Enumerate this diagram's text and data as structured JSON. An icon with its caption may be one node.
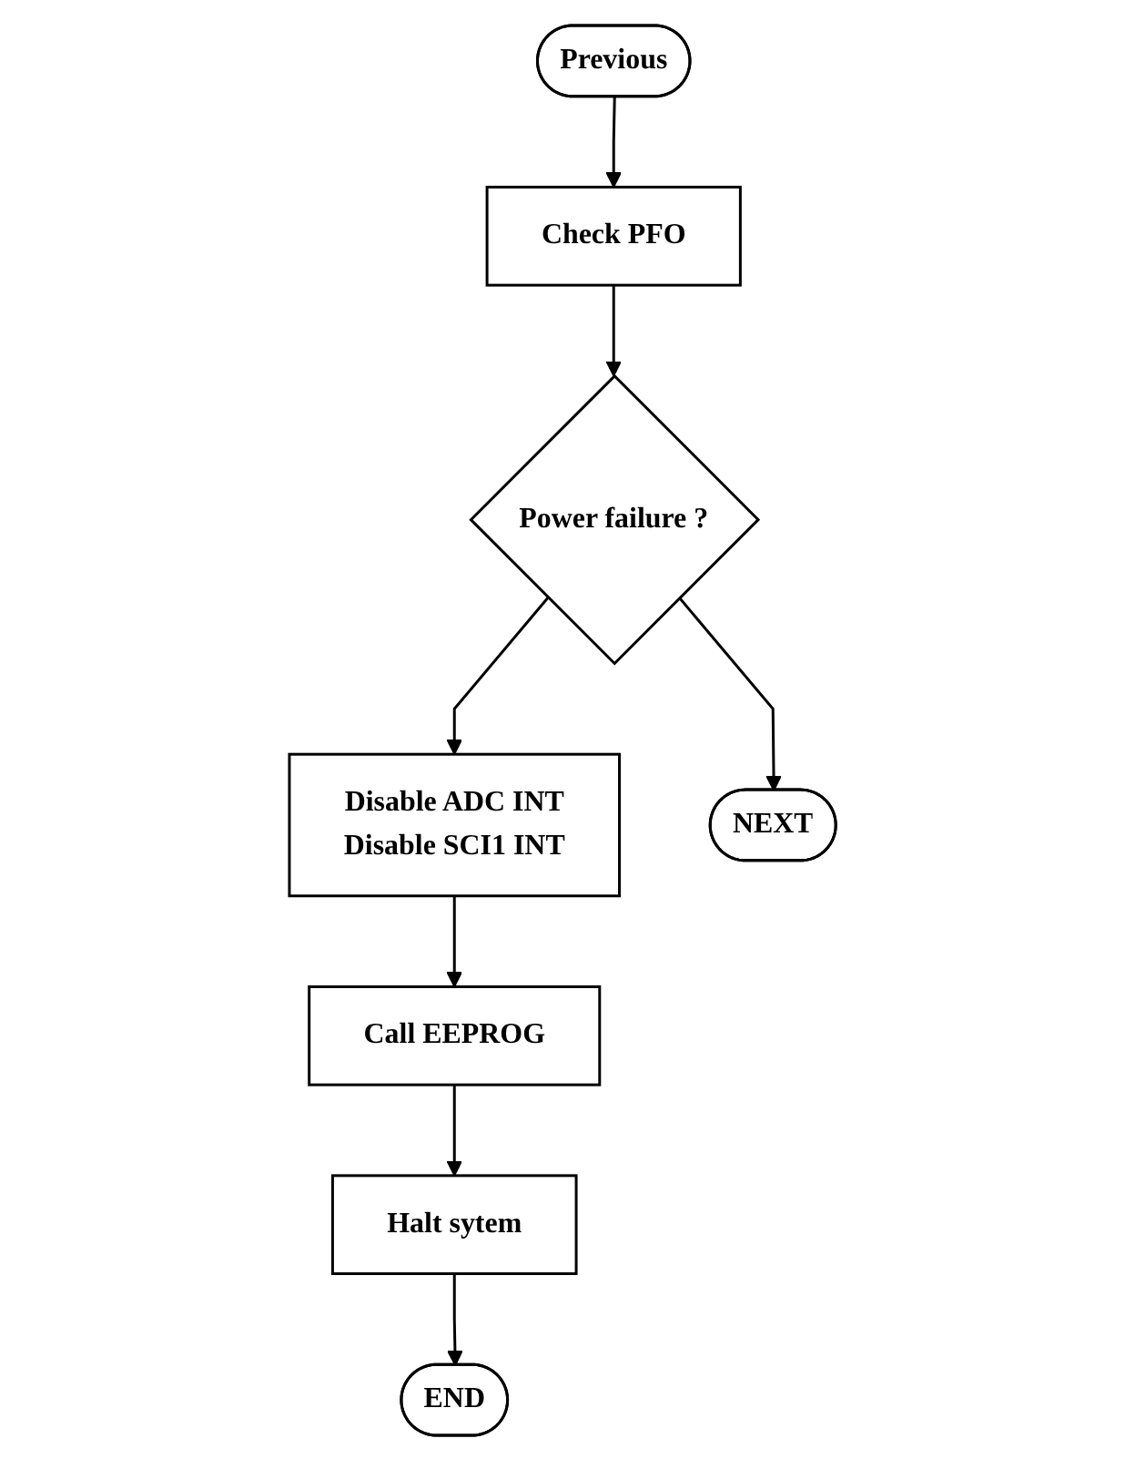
{
  "diagram": {
    "nodes": [
      {
        "text": [
          "Previous"
        ]
      },
      {
        "text": [
          "Check PFO"
        ]
      },
      {
        "text": [
          "Power failure ?"
        ]
      },
      {
        "text": [
          "Disable ADC INT",
          "Disable SCI1 INT"
        ]
      },
      {
        "text": [
          "Call EEPROG"
        ]
      },
      {
        "text": [
          "Halt sytem"
        ]
      },
      {
        "text": [
          "END"
        ]
      },
      {
        "text": [
          "NEXT"
        ]
      }
    ],
    "edges": [
      {
        "from": 0,
        "to": 1,
        "arrow": "to"
      },
      {
        "from": 1,
        "to": 2,
        "arrow": "to"
      },
      {
        "from": 2,
        "to": 3,
        "arrow": "to"
      },
      {
        "from": 3,
        "to": 4,
        "arrow": "to"
      },
      {
        "from": 4,
        "to": 5,
        "arrow": "to"
      },
      {
        "from": 5,
        "to": 6,
        "arrow": "to"
      },
      {
        "from": 2,
        "to": 7,
        "arrow": "to"
      }
    ]
  }
}
